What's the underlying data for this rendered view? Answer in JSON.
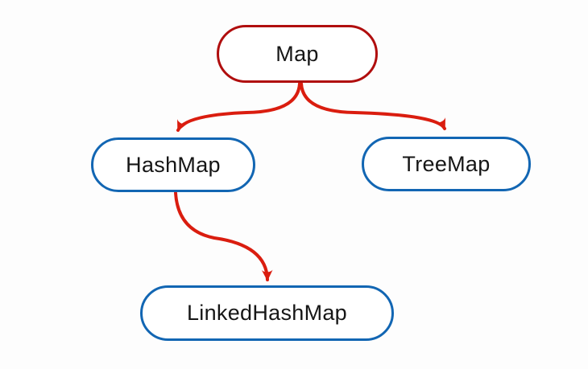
{
  "colors": {
    "background": "#fdfdfd",
    "parent_border": "#b00e0e",
    "child_border": "#1266b3",
    "arrow": "#da1d0f",
    "text": "#161616"
  },
  "nodes": {
    "map": {
      "label": "Map"
    },
    "hashmap": {
      "label": "HashMap"
    },
    "treemap": {
      "label": "TreeMap"
    },
    "linkedhashmap": {
      "label": "LinkedHashMap"
    }
  },
  "edges": [
    {
      "from": "Map",
      "to": "HashMap"
    },
    {
      "from": "Map",
      "to": "TreeMap"
    },
    {
      "from": "HashMap",
      "to": "LinkedHashMap"
    }
  ]
}
